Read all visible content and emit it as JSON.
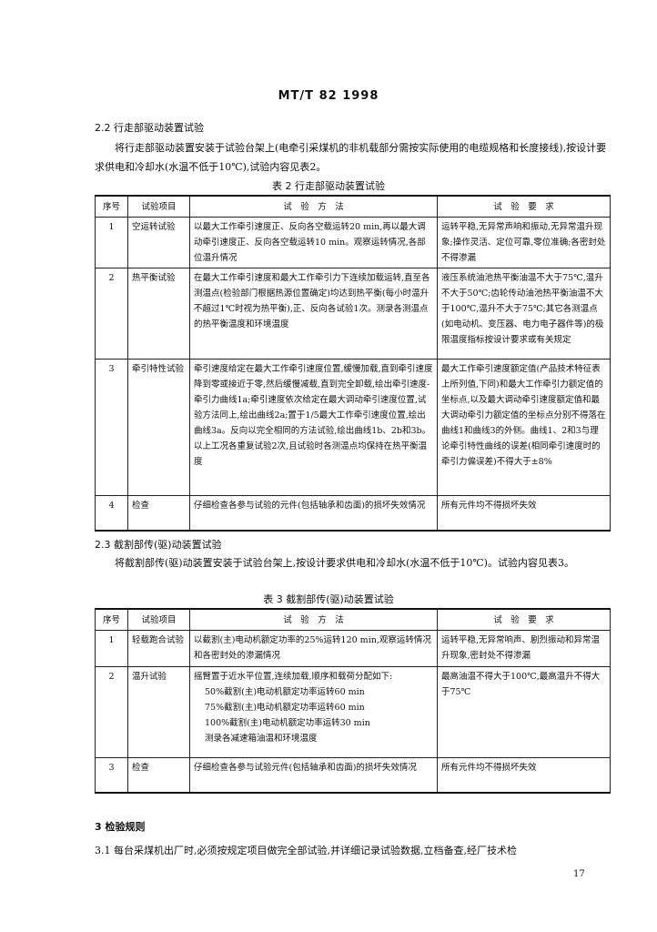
{
  "header": "MT/T 82 1998",
  "s22": {
    "title": "2.2  行走部驱动装置试验",
    "para": "将行走部驱动装置安装于试验台架上(电牵引采煤机的非机载部分需按实际使用的电缆规格和长度接线),按设计要求供电和冷却水(水温不低于10℃),试验内容见表2。"
  },
  "table2": {
    "caption": "表 2   行走部驱动装置试验",
    "headers": [
      "序号",
      "试验项目",
      "试　验　方　法",
      "试　验　要　求"
    ],
    "rows": [
      {
        "no": "1",
        "item": "空运转试验",
        "method": "以最大工作牵引速度正、反向各空载运转20 min,再以最大调动牵引速度正、反向各空载运转10 min。观察运转情况,各部位温升情况",
        "req": "运转平稳,无异常声响和振动,无异常温升现象;操作灵活、定位可靠,零位准确;各密封处不得渗漏"
      },
      {
        "no": "2",
        "item": "热平衡试验",
        "method": "在最大工作牵引速度和最大工作牵引力下连续加载运转,直至各测温点(检验部门根据热源位置确定)均达到热平衡(每小时温升不超过1℃时视为热平衡),正、反向各试验1次。测录各测温点的热平衡温度和环境温度",
        "req": "液压系统油池热平衡油温不大于75℃,温升不大于50℃;齿轮传动油池热平衡油温不大于100℃,温升不大于75℃;其它各测温点(如电动机、变压器、电力电子器件等)的极限温度指标按设计要求或有关规定"
      },
      {
        "no": "3",
        "item": "牵引特性试验",
        "method": "牵引速度给定在最大工作牵引速度位置,缓慢加载,直到牵引速度降到零或接近于零,然后缓慢减载,直到完全卸载,绘出牵引速度-牵引力曲线1a;牵引速度依次给定在最大调动牵引速度位置,试验方法同上,绘出曲线2a;置于1/5最大工作牵引速度位置,绘出曲线3a。反向以完全相同的方法试验,绘出曲线1b、2b和3b。以上工况各重复试验2次,且试验时各测温点均保持在热平衡温度",
        "req": "最大工作牵引速度额定值(产品技术特征表上所列值,下同)和最大工作牵引力额定值的坐标点,以及最大调动牵引速度额定值和最大调动牵引力额定值的坐标点分别不得落在曲线1和曲线3的外侧。曲线1、2和3与理论牵引特性曲线的误差(相同牵引速度时的牵引力偏误差)不得大于±8%"
      },
      {
        "no": "4",
        "item": "检查",
        "method": "仔细检查各参与试验的元件(包括轴承和齿面)的损坏失效情况",
        "req": "所有元件均不得损坏失效"
      }
    ]
  },
  "s23": {
    "title": "2.3  截割部传(驱)动装置试验",
    "para": "将截割部传(驱)动装置安装于试验台架上,按设计要求供电和冷却水(水温不低于10℃)。试验内容见表3。"
  },
  "table3": {
    "caption": "表 3   截割部传(驱)动装置试验",
    "headers": [
      "序号",
      "试验项目",
      "试　验　方　法",
      "试　验　要　求"
    ],
    "rows": [
      {
        "no": "1",
        "item": "轻载跑合试验",
        "method": "以截割(主)电动机额定功率的25%运转120 min,观察运转情况和各密封处的渗漏情况",
        "req": "运转平稳,无异常响声、剧烈振动和异常温升现象,密封处不得渗漏"
      },
      {
        "no": "2",
        "item": "温升试验",
        "method": "摇臂置于近水平位置,连续加载,顺序和载荷分配如下:",
        "method_lines": [
          "50%截割(主)电动机额定功率运转60 min",
          "75%截割(主)电动机额定功率运转60 min",
          "100%截割(主)电动机额定功率运转30 min",
          "测录各减速箱油温和环境温度"
        ],
        "req": "最高油温不得大于100℃,最高温升不得大于75℃"
      },
      {
        "no": "3",
        "item": "检查",
        "method": "仔细检查各参与试验元件(包括轴承和齿面)的损坏失效情况",
        "req": "所有元件均不得损坏失效"
      }
    ]
  },
  "s3": {
    "title": "3  检验规则"
  },
  "s31": {
    "text": "3.1  每台采煤机出厂时,必须按规定项目做完全部试验,并详细记录试验数据,立档备查,经厂技术检"
  },
  "page_number": "17"
}
